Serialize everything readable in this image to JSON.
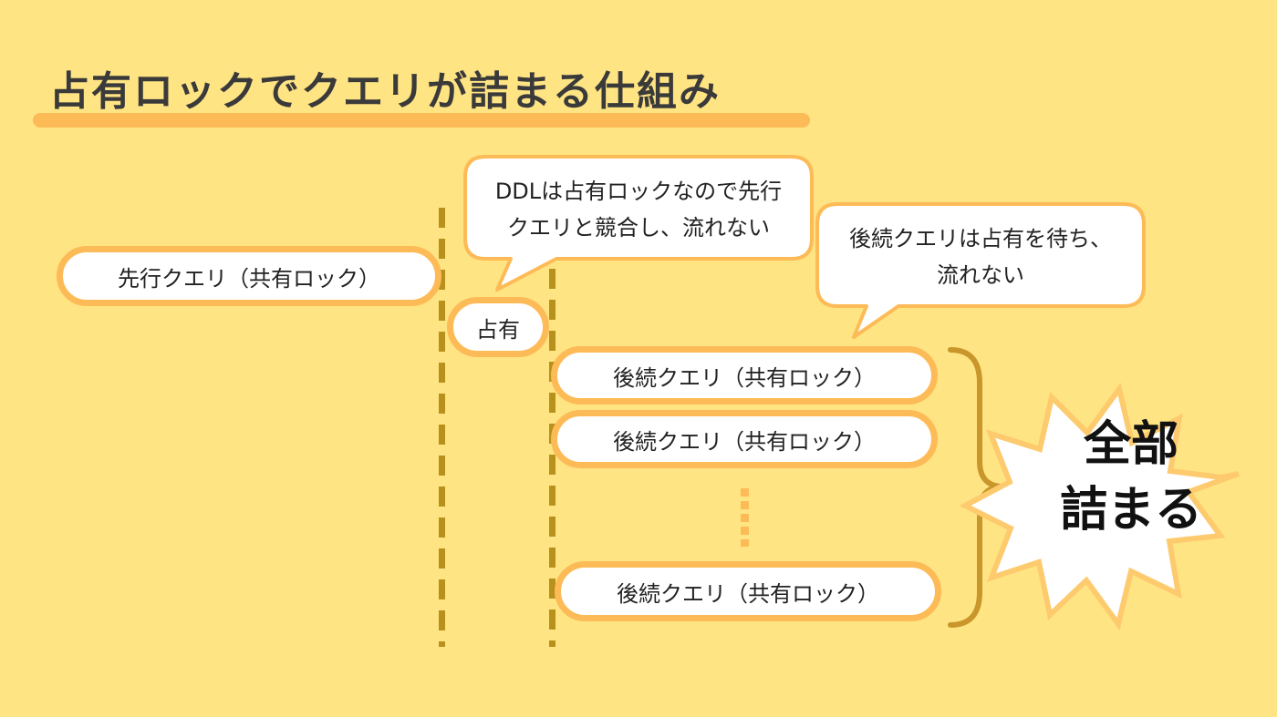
{
  "title": "占有ロックでクエリが詰まる仕組み",
  "preceding_query": "先行クエリ（共有ロック）",
  "lock_label": "占有",
  "ddl_bubble": {
    "line1": "DDLは占有ロックなので先行",
    "line2": "クエリと競合し、流れない"
  },
  "follow_bubble": {
    "line1": "後続クエリは占有を待ち、",
    "line2": "流れない"
  },
  "subsequent_queries": [
    "後続クエリ（共有ロック）",
    "後続クエリ（共有ロック）",
    "後続クエリ（共有ロック）"
  ],
  "burst": {
    "line1": "全部",
    "line2": "詰まる"
  },
  "colors": {
    "background": "#FFE483",
    "accent": "#FDBB57",
    "dash": "#B8901C",
    "brace": "#C8962A",
    "burst_stroke": "#FDCB6E"
  }
}
